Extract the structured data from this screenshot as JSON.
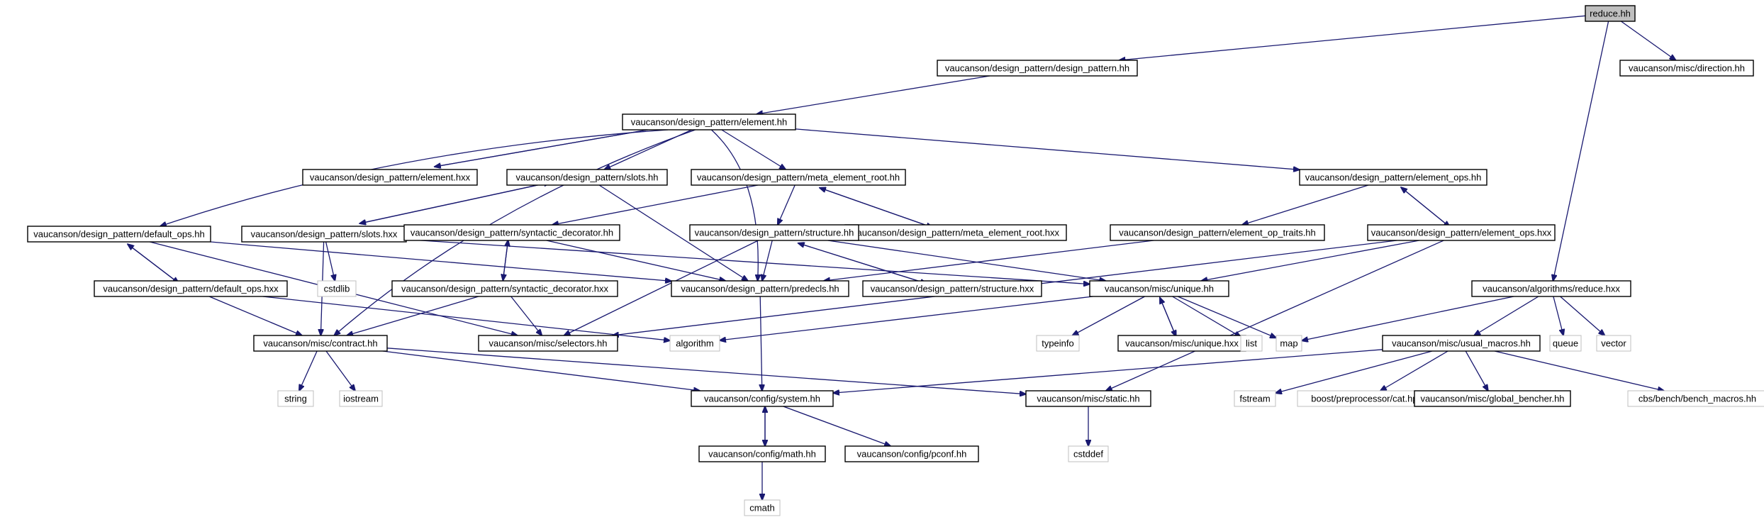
{
  "diagram": {
    "nodes": [
      {
        "id": "reduce_hh",
        "label": "reduce.hh",
        "style": "root"
      },
      {
        "id": "design_pattern_hh",
        "label": "vaucanson/design_pattern/design_pattern.hh",
        "style": "file"
      },
      {
        "id": "direction_hh",
        "label": "vaucanson/misc/direction.hh",
        "style": "file"
      },
      {
        "id": "element_hh",
        "label": "vaucanson/design_pattern/element.hh",
        "style": "file"
      },
      {
        "id": "element_hxx",
        "label": "vaucanson/design_pattern/element.hxx",
        "style": "file"
      },
      {
        "id": "slots_hh",
        "label": "vaucanson/design_pattern/slots.hh",
        "style": "file"
      },
      {
        "id": "meta_element_root_hh",
        "label": "vaucanson/design_pattern/meta_element_root.hh",
        "style": "file"
      },
      {
        "id": "element_ops_hh",
        "label": "vaucanson/design_pattern/element_ops.hh",
        "style": "file"
      },
      {
        "id": "meta_element_root_hxx",
        "label": "vaucanson/design_pattern/meta_element_root.hxx",
        "style": "file"
      },
      {
        "id": "default_ops_hh",
        "label": "vaucanson/design_pattern/default_ops.hh",
        "style": "file"
      },
      {
        "id": "slots_hxx",
        "label": "vaucanson/design_pattern/slots.hxx",
        "style": "file"
      },
      {
        "id": "syntactic_decorator_hh",
        "label": "vaucanson/design_pattern/syntactic_decorator.hh",
        "style": "file"
      },
      {
        "id": "structure_hh",
        "label": "vaucanson/design_pattern/structure.hh",
        "style": "file"
      },
      {
        "id": "element_op_traits_hh",
        "label": "vaucanson/design_pattern/element_op_traits.hh",
        "style": "file"
      },
      {
        "id": "element_ops_hxx",
        "label": "vaucanson/design_pattern/element_ops.hxx",
        "style": "file"
      },
      {
        "id": "default_ops_hxx",
        "label": "vaucanson/design_pattern/default_ops.hxx",
        "style": "file"
      },
      {
        "id": "cstdlib",
        "label": "cstdlib",
        "style": "ext"
      },
      {
        "id": "syntactic_decorator_hxx",
        "label": "vaucanson/design_pattern/syntactic_decorator.hxx",
        "style": "file"
      },
      {
        "id": "predecls_hh",
        "label": "vaucanson/design_pattern/predecls.hh",
        "style": "file"
      },
      {
        "id": "structure_hxx",
        "label": "vaucanson/design_pattern/structure.hxx",
        "style": "file"
      },
      {
        "id": "unique_hh",
        "label": "vaucanson/misc/unique.hh",
        "style": "file"
      },
      {
        "id": "reduce_hxx",
        "label": "vaucanson/algorithms/reduce.hxx",
        "style": "file"
      },
      {
        "id": "contract_hh",
        "label": "vaucanson/misc/contract.hh",
        "style": "file"
      },
      {
        "id": "selectors_hh",
        "label": "vaucanson/misc/selectors.hh",
        "style": "file"
      },
      {
        "id": "algorithm",
        "label": "algorithm",
        "style": "ext"
      },
      {
        "id": "typeinfo",
        "label": "typeinfo",
        "style": "ext"
      },
      {
        "id": "unique_hxx",
        "label": "vaucanson/misc/unique.hxx",
        "style": "file"
      },
      {
        "id": "list",
        "label": "list",
        "style": "ext"
      },
      {
        "id": "map",
        "label": "map",
        "style": "ext"
      },
      {
        "id": "usual_macros_hh",
        "label": "vaucanson/misc/usual_macros.hh",
        "style": "file"
      },
      {
        "id": "queue",
        "label": "queue",
        "style": "ext"
      },
      {
        "id": "vector",
        "label": "vector",
        "style": "ext"
      },
      {
        "id": "string",
        "label": "string",
        "style": "ext"
      },
      {
        "id": "iostream",
        "label": "iostream",
        "style": "ext"
      },
      {
        "id": "system_hh",
        "label": "vaucanson/config/system.hh",
        "style": "file"
      },
      {
        "id": "static_hh",
        "label": "vaucanson/misc/static.hh",
        "style": "file"
      },
      {
        "id": "fstream",
        "label": "fstream",
        "style": "ext"
      },
      {
        "id": "cat_hpp",
        "label": "boost/preprocessor/cat.hpp",
        "style": "ext"
      },
      {
        "id": "global_bencher_hh",
        "label": "vaucanson/misc/global_bencher.hh",
        "style": "file"
      },
      {
        "id": "bench_macros_hh",
        "label": "cbs/bench/bench_macros.hh",
        "style": "ext"
      },
      {
        "id": "math_hh",
        "label": "vaucanson/config/math.hh",
        "style": "file"
      },
      {
        "id": "pconf_hh",
        "label": "vaucanson/config/pconf.hh",
        "style": "file"
      },
      {
        "id": "cstddef",
        "label": "cstddef",
        "style": "ext"
      },
      {
        "id": "cmath",
        "label": "cmath",
        "style": "ext"
      }
    ],
    "edges": [
      [
        "reduce_hh",
        "design_pattern_hh"
      ],
      [
        "reduce_hh",
        "direction_hh"
      ],
      [
        "reduce_hh",
        "reduce_hxx"
      ],
      [
        "design_pattern_hh",
        "element_hh"
      ],
      [
        "element_hh",
        "element_hxx"
      ],
      [
        "element_hh",
        "slots_hh"
      ],
      [
        "element_hh",
        "meta_element_root_hh"
      ],
      [
        "element_hh",
        "element_ops_hh"
      ],
      [
        "element_hh",
        "default_ops_hh"
      ],
      [
        "element_hh",
        "predecls_hh"
      ],
      [
        "element_hh",
        "contract_hh"
      ],
      [
        "element_hxx",
        "element_hh"
      ],
      [
        "slots_hh",
        "slots_hxx"
      ],
      [
        "slots_hh",
        "predecls_hh"
      ],
      [
        "slots_hxx",
        "slots_hh"
      ],
      [
        "slots_hxx",
        "cstdlib"
      ],
      [
        "slots_hxx",
        "contract_hh"
      ],
      [
        "slots_hxx",
        "unique_hh"
      ],
      [
        "meta_element_root_hh",
        "meta_element_root_hxx"
      ],
      [
        "meta_element_root_hh",
        "syntactic_decorator_hh"
      ],
      [
        "meta_element_root_hh",
        "structure_hh"
      ],
      [
        "meta_element_root_hxx",
        "meta_element_root_hh"
      ],
      [
        "element_ops_hh",
        "element_op_traits_hh"
      ],
      [
        "element_ops_hh",
        "element_ops_hxx"
      ],
      [
        "element_ops_hxx",
        "element_ops_hh"
      ],
      [
        "element_ops_hxx",
        "unique_hh"
      ],
      [
        "element_ops_hxx",
        "selectors_hh"
      ],
      [
        "element_ops_hxx",
        "static_hh"
      ],
      [
        "element_op_traits_hh",
        "predecls_hh"
      ],
      [
        "default_ops_hh",
        "default_ops_hxx"
      ],
      [
        "default_ops_hh",
        "predecls_hh"
      ],
      [
        "default_ops_hh",
        "selectors_hh"
      ],
      [
        "default_ops_hxx",
        "default_ops_hh"
      ],
      [
        "default_ops_hxx",
        "contract_hh"
      ],
      [
        "default_ops_hxx",
        "algorithm"
      ],
      [
        "syntactic_decorator_hh",
        "syntactic_decorator_hxx"
      ],
      [
        "syntactic_decorator_hh",
        "predecls_hh"
      ],
      [
        "syntactic_decorator_hxx",
        "syntactic_decorator_hh"
      ],
      [
        "syntactic_decorator_hxx",
        "contract_hh"
      ],
      [
        "syntactic_decorator_hxx",
        "selectors_hh"
      ],
      [
        "structure_hh",
        "structure_hxx"
      ],
      [
        "structure_hh",
        "predecls_hh"
      ],
      [
        "structure_hh",
        "unique_hh"
      ],
      [
        "structure_hh",
        "selectors_hh"
      ],
      [
        "structure_hxx",
        "structure_hh"
      ],
      [
        "predecls_hh",
        "system_hh"
      ],
      [
        "unique_hh",
        "unique_hxx"
      ],
      [
        "unique_hh",
        "typeinfo"
      ],
      [
        "unique_hh",
        "list"
      ],
      [
        "unique_hh",
        "map"
      ],
      [
        "unique_hh",
        "algorithm"
      ],
      [
        "unique_hxx",
        "unique_hh"
      ],
      [
        "reduce_hxx",
        "usual_macros_hh"
      ],
      [
        "reduce_hxx",
        "map"
      ],
      [
        "reduce_hxx",
        "queue"
      ],
      [
        "reduce_hxx",
        "vector"
      ],
      [
        "usual_macros_hh",
        "system_hh"
      ],
      [
        "usual_macros_hh",
        "fstream"
      ],
      [
        "usual_macros_hh",
        "cat_hpp"
      ],
      [
        "usual_macros_hh",
        "global_bencher_hh"
      ],
      [
        "usual_macros_hh",
        "bench_macros_hh"
      ],
      [
        "contract_hh",
        "string"
      ],
      [
        "contract_hh",
        "iostream"
      ],
      [
        "contract_hh",
        "system_hh"
      ],
      [
        "contract_hh",
        "static_hh"
      ],
      [
        "system_hh",
        "math_hh"
      ],
      [
        "system_hh",
        "pconf_hh"
      ],
      [
        "math_hh",
        "system_hh"
      ],
      [
        "static_hh",
        "cstddef"
      ],
      [
        "math_hh",
        "cmath"
      ]
    ]
  }
}
